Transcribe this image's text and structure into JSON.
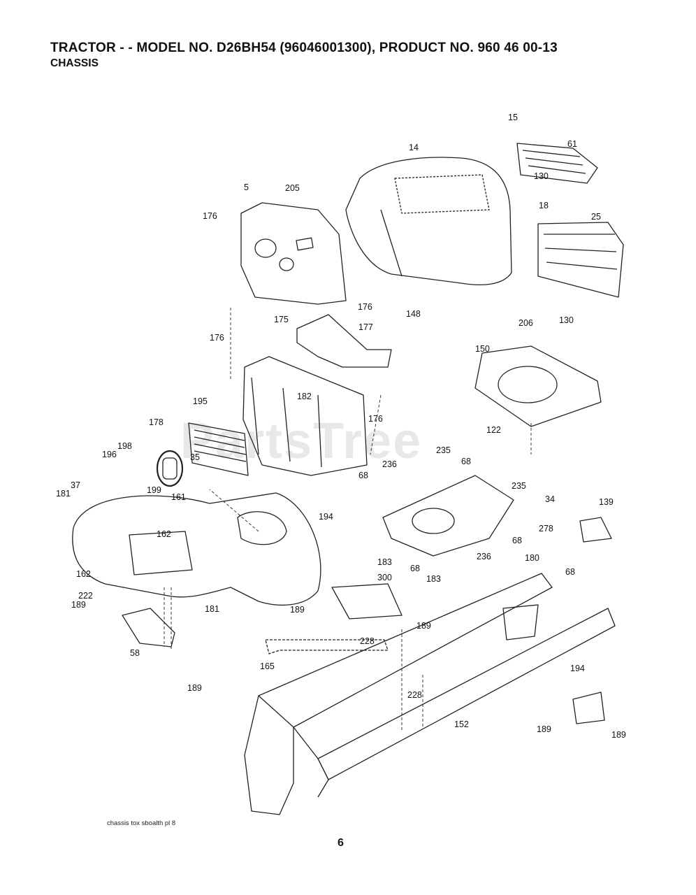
{
  "header": {
    "title": "TRACTOR - - MODEL NO. D26BH54 (96046001300), PRODUCT NO. 960 46 00-13",
    "subtitle": "CHASSIS"
  },
  "watermark": "PartsTree",
  "footer": {
    "note": "chassis tox sboalth pl 8",
    "page": "6"
  },
  "callouts": [
    "15",
    "14",
    "61",
    "205",
    "130",
    "25",
    "5",
    "18",
    "176",
    "176",
    "148",
    "206",
    "130",
    "175",
    "177",
    "176",
    "150",
    "195",
    "182",
    "178",
    "176",
    "122",
    "198",
    "235",
    "35",
    "68",
    "236",
    "196",
    "37",
    "199",
    "161",
    "235",
    "181",
    "194",
    "68",
    "34",
    "139",
    "278",
    "68",
    "183",
    "236",
    "162",
    "68",
    "183",
    "180",
    "68",
    "162",
    "300",
    "222",
    "189",
    "181",
    "189",
    "189",
    "228",
    "58",
    "165",
    "189",
    "194",
    "228",
    "152",
    "189",
    "189"
  ]
}
